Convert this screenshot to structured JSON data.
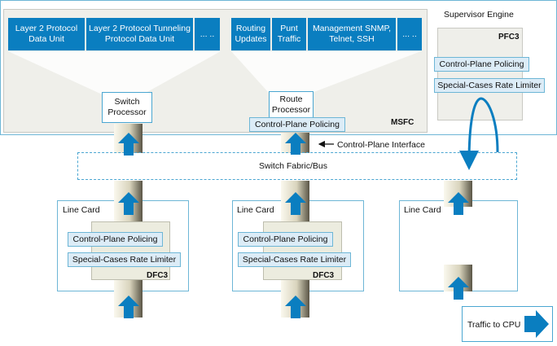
{
  "supervisor": {
    "title": "Supervisor Engine",
    "msfc_label": "MSFC",
    "pfc3_label": "PFC3",
    "protocol_boxes_left": [
      "Layer 2 Protocol Data Unit",
      "Layer 2 Protocol Tunneling Protocol Data Unit",
      "... .."
    ],
    "protocol_boxes_right": [
      "Routing Updates",
      "Punt Traffic",
      "Management SNMP, Telnet, SSH",
      "... .."
    ],
    "switch_processor": "Switch Processor",
    "route_processor": "Route Processor",
    "cpp_label": "Control-Plane Policing",
    "rate_limiter_label": "Special-Cases Rate Limiter"
  },
  "cp_interface_label": "Control-Plane Interface",
  "fabric_label": "Switch Fabric/Bus",
  "line_cards": [
    {
      "title": "Line Card",
      "policing": "Control-Plane Policing",
      "limiter": "Special-Cases Rate Limiter",
      "dfc": "DFC3"
    },
    {
      "title": "Line Card",
      "policing": "Control-Plane Policing",
      "limiter": "Special-Cases Rate Limiter",
      "dfc": "DFC3"
    },
    {
      "title": "Line Card"
    }
  ],
  "legend": {
    "label": "Traffic to CPU"
  },
  "colors": {
    "primary_blue": "#0a7ec0",
    "border_blue": "#6db6d6",
    "panel_grey": "#efefea",
    "label_fill": "#dcecf7"
  }
}
